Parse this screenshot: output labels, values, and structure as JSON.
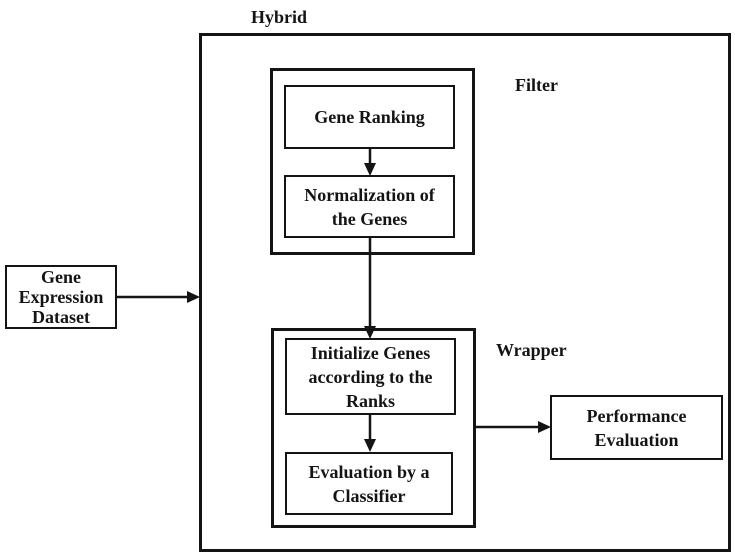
{
  "diagram": {
    "title": "Hybrid gene selection flow diagram",
    "outer_label": "Hybrid",
    "filter_label": "Filter",
    "wrapper_label": "Wrapper",
    "boxes": {
      "gene_expression_dataset": "Gene Expression Dataset",
      "gene_ranking": "Gene Ranking",
      "normalization": "Normalization of the Genes",
      "initialize_genes": "Initialize Genes according to the Ranks",
      "evaluation_classifier": "Evaluation by a Classifier",
      "performance_evaluation": "Performance Evaluation"
    },
    "colors": {
      "line": "#141414",
      "background": "#ffffff",
      "text": "#141414"
    }
  }
}
